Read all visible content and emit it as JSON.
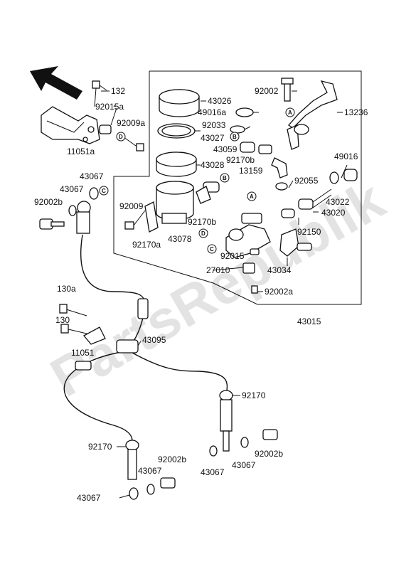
{
  "watermark": "PartsRepublik",
  "labels": {
    "l132": "132",
    "l92015a": "92015a",
    "l92009a": "92009a",
    "l11051a": "11051a",
    "l43067_top": "43067",
    "l43067_left": "43067",
    "l92002b_left": "92002b",
    "l43026": "43026",
    "l49016a": "49016a",
    "l92033": "92033",
    "l43027": "43027",
    "l43059": "43059",
    "l92170b_top": "92170b",
    "l13159": "13159",
    "l43028": "43028",
    "l92009": "92009",
    "l92170b_mid": "92170b",
    "l43078": "43078",
    "l92170a": "92170a",
    "l92002_top": "92002",
    "l13236": "13236",
    "l49016": "49016",
    "l92055": "92055",
    "l43022": "43022",
    "l43020": "43020",
    "l92150": "92150",
    "l92015": "92015",
    "l27010": "27010",
    "l43034": "43034",
    "l92002a": "92002a",
    "l43015": "43015",
    "l130a": "130a",
    "l130": "130",
    "l11051": "11051",
    "l43095": "43095",
    "l92170_right": "92170",
    "l92170_left": "92170",
    "l92002b_bl": "92002b",
    "l43067_bl1": "43067",
    "l43067_bl2": "43067",
    "l43067_br1": "43067",
    "l43067_br2": "43067",
    "l92002b_br": "92002b"
  },
  "callouts": {
    "A": "A",
    "B": "B",
    "C": "C",
    "D": "D"
  }
}
